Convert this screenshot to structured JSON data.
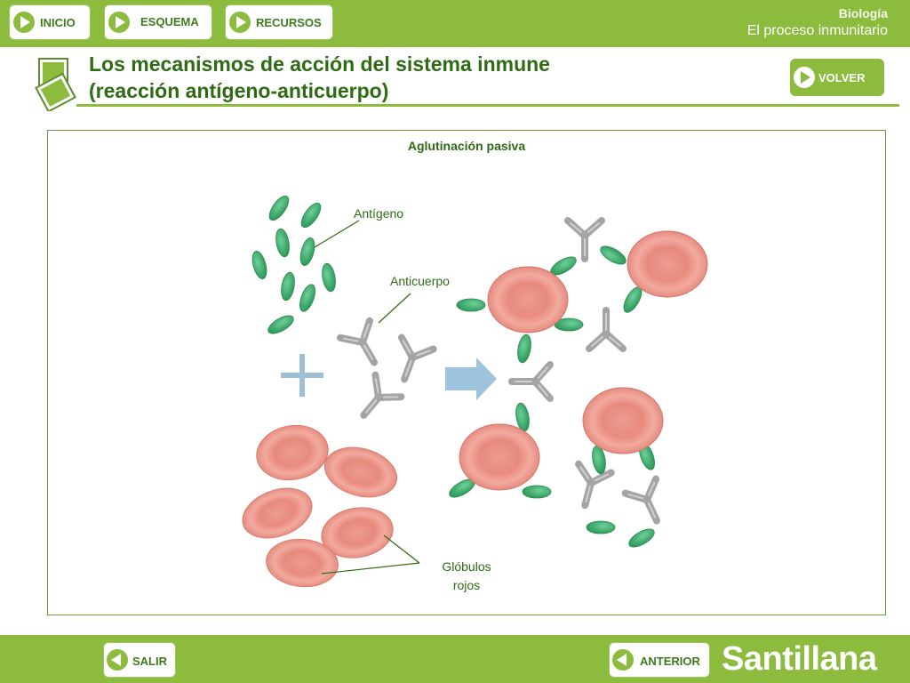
{
  "nav": {
    "inicio": "INICIO",
    "esquema": "ESQUEMA",
    "recursos": "RECURSOS"
  },
  "subject": {
    "name": "Biología",
    "topic": "El proceso inmunitario"
  },
  "title": {
    "line1": "Los mecanismos de acción del sistema inmune",
    "line2": "(reacción antígeno-anticuerpo)"
  },
  "volver": "VOLVER",
  "diagram": {
    "heading": "Aglutinación pasiva",
    "labels": {
      "antigen": "Antígeno",
      "antibody": "Anticuerpo",
      "rbc_line1": "Glóbulos",
      "rbc_line2": "rojos"
    }
  },
  "footer": {
    "salir": "SALIR",
    "anterior": "ANTERIOR",
    "brand": "Santillana"
  },
  "colors": {
    "brand_green": "#8cbb3e",
    "title_green": "#2f6a14",
    "antigen_green": "#3fae6e",
    "rbc_red": "#e8897f",
    "antibody_gray": "#a8a8a8",
    "arrow_blue": "#9dc3dd"
  }
}
